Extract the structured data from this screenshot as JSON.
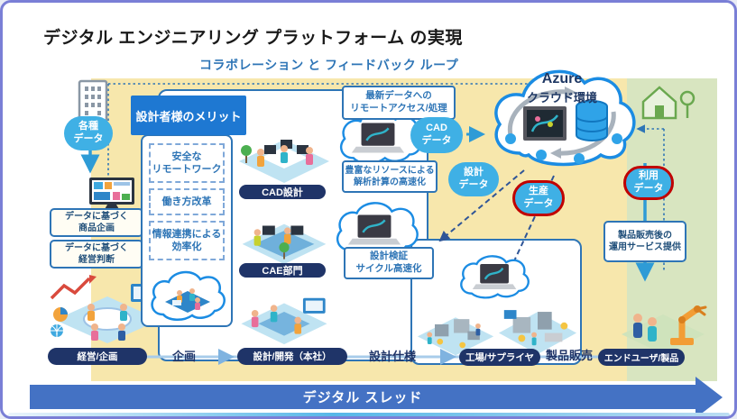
{
  "title": "デジタル エンジニアリング プラットフォーム の実現",
  "subtitle": "コラボレーション と フィードバック ループ",
  "colors": {
    "accent_blue": "#1E78D2",
    "navy_pill": "#1F3468",
    "bubble_blue": "#3FB0E5",
    "highlight_ring_red": "#C00000",
    "yellow_bg": "#F7E7AC",
    "green_bg": "#D8E5C0",
    "banner_blue": "#4472C4"
  },
  "left_column": {
    "various_data_label": "各種\nデータ",
    "boxes": [
      "データに基づく\n商品企画",
      "データに基づく\n経営判断"
    ]
  },
  "merit_panel": {
    "header": "設計者様のメリット",
    "items": [
      "安全な\nリモートワーク",
      "働き方改革",
      "情報連携による\n効率化"
    ]
  },
  "departments": [
    {
      "label": "CAD設計"
    },
    {
      "label": "CAE部門"
    }
  ],
  "callouts": [
    "最新データへの\nリモートアクセス/処理",
    "豊富なリソースによる\n解析計算の高速化",
    "設計検証\nサイクル高速化"
  ],
  "data_bubbles": [
    {
      "label": "CAD\nデータ",
      "highlight": false
    },
    {
      "label": "設計\nデータ",
      "highlight": false
    },
    {
      "label": "生産\nデータ",
      "highlight": true
    },
    {
      "label": "利用\nデータ",
      "highlight": true
    }
  ],
  "cloud": {
    "line1": "Azure",
    "line2": "クラウド環境"
  },
  "right_column": {
    "service_box": "製品販売後の\n運用サービス提供"
  },
  "flow": {
    "pills": [
      "経営/企画",
      "設計/開発（本社）",
      "工場/サプライヤ",
      "エンドユーザ/製品"
    ],
    "labels": [
      "企画",
      "設計仕様",
      "製品販売"
    ]
  },
  "banner": "デジタル スレッド"
}
